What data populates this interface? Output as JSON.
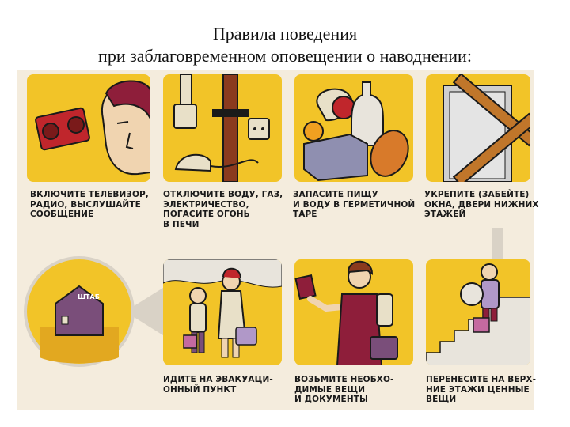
{
  "title": {
    "line1": "Правила поведения",
    "line2": "при заблаговременном оповещении о наводнении:"
  },
  "steps": [
    {
      "lines": [
        "ВКЛЮЧИТЕ ТЕЛЕВИЗОР,",
        "РАДИО, ВЫСЛУШАЙТЕ",
        "СООБЩЕНИЕ"
      ]
    },
    {
      "lines": [
        "ОТКЛЮЧИТЕ ВОДУ, ГАЗ,",
        "ЭЛЕКТРИЧЕСТВО,",
        "ПОГАСИТЕ ОГОНЬ",
        "В ПЕЧИ"
      ]
    },
    {
      "lines": [
        "ЗАПАСИТЕ ПИЩУ",
        "И ВОДУ В ГЕРМЕТИЧНОЙ",
        "ТАРЕ"
      ]
    },
    {
      "lines": [
        "УКРЕПИТЕ (ЗАБЕЙТЕ)",
        "ОКНА, ДВЕРИ НИЖНИХ",
        "ЭТАЖЕЙ"
      ]
    },
    {
      "lines": [
        "ПЕРЕНЕСИТЕ НА ВЕРХ-",
        "НИЕ ЭТАЖИ ЦЕННЫЕ",
        "ВЕЩИ"
      ]
    },
    {
      "lines": [
        "ВОЗЬМИТЕ НЕОБХО-",
        "ДИМЫЕ ВЕЩИ",
        "И ДОКУМЕНТЫ"
      ]
    },
    {
      "lines": [
        "ИДИТЕ НА ЭВАКУАЦИ-",
        "ОННЫЙ ПУНКТ"
      ]
    }
  ],
  "hq_label": "ШТАБ",
  "colors": {
    "panel": "#f2c428",
    "outline": "#1a1a1a",
    "red": "#c0262c",
    "purple": "#7a4e7a",
    "background": "#f4ecdd"
  }
}
